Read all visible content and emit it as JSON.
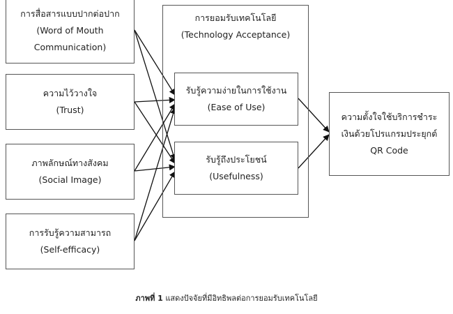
{
  "factors": [
    {
      "thai": "การสื่อสารแบบปากต่อปาก",
      "en": "(Word of Mouth",
      "en2": "Communication)"
    },
    {
      "thai": "ความไว้วางใจ",
      "en": "(Trust)"
    },
    {
      "thai": "ภาพลักษณ์ทางสังคม",
      "en": "(Social Image)"
    },
    {
      "thai": "การรับรู้ความสามารถ",
      "en": "(Self-efficacy)"
    }
  ],
  "tam": {
    "thai": "การยอมรับเทคโนโลยี",
    "en": "(Technology Acceptance)",
    "ease": {
      "thai": "รับรู้ความง่ายในการใช้งาน",
      "en": "(Ease of Use)"
    },
    "useful": {
      "thai": "รับรู้ถึงประโยชน์",
      "en": "(Usefulness)"
    }
  },
  "outcome": {
    "line1": "ความตั้งใจใช้บริการชำระ",
    "line2": "เงินด้วยโปรแกรมประยุกต์",
    "line3": "QR Code"
  },
  "caption": {
    "label": "ภาพที่ 1",
    "text": "แสดงปัจจัยที่มีอิทธิพลต่อการยอมรับเทคโนโลยี"
  }
}
